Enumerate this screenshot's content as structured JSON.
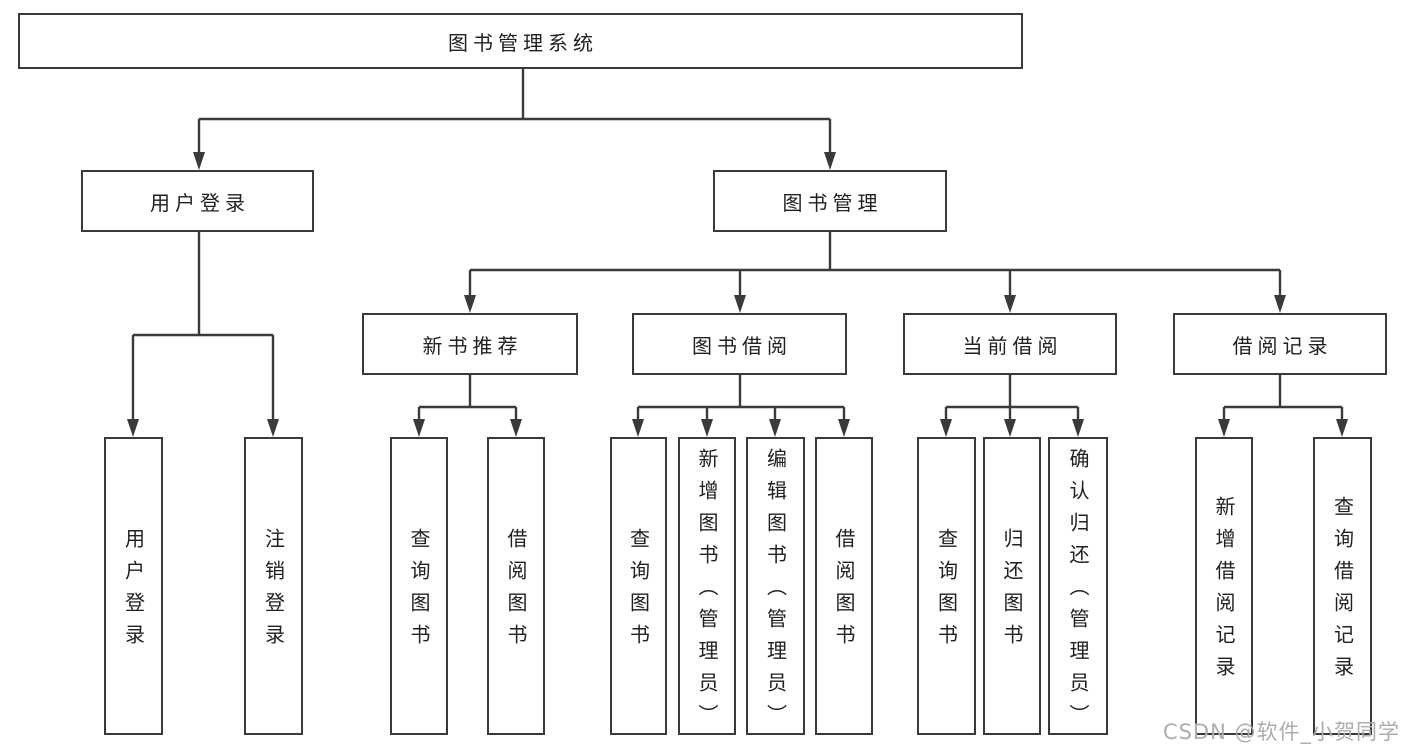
{
  "diagram": {
    "root": {
      "label": "图书管理系统"
    },
    "branches": [
      {
        "label": "用户登录",
        "children": [
          {
            "label": "用户登录"
          },
          {
            "label": "注销登录"
          }
        ]
      },
      {
        "label": "图书管理",
        "children": [
          {
            "label": "新书推荐",
            "children": [
              {
                "label": "查询图书"
              },
              {
                "label": "借阅图书"
              }
            ]
          },
          {
            "label": "图书借阅",
            "children": [
              {
                "label": "查询图书"
              },
              {
                "label": "新增图书（管理员）"
              },
              {
                "label": "编辑图书（管理员）"
              },
              {
                "label": "借阅图书"
              }
            ]
          },
          {
            "label": "当前借阅",
            "children": [
              {
                "label": "查询图书"
              },
              {
                "label": "归还图书"
              },
              {
                "label": "确认归还（管理员）"
              }
            ]
          },
          {
            "label": "借阅记录",
            "children": [
              {
                "label": "新增借阅记录"
              },
              {
                "label": "查询借阅记录"
              }
            ]
          }
        ]
      }
    ]
  },
  "watermark": {
    "text": "CSDN @软件_小贺同学"
  },
  "colors": {
    "line": "#3a3a3a",
    "text": "#212121",
    "watermark": "#adadad",
    "background": "#ffffff"
  }
}
